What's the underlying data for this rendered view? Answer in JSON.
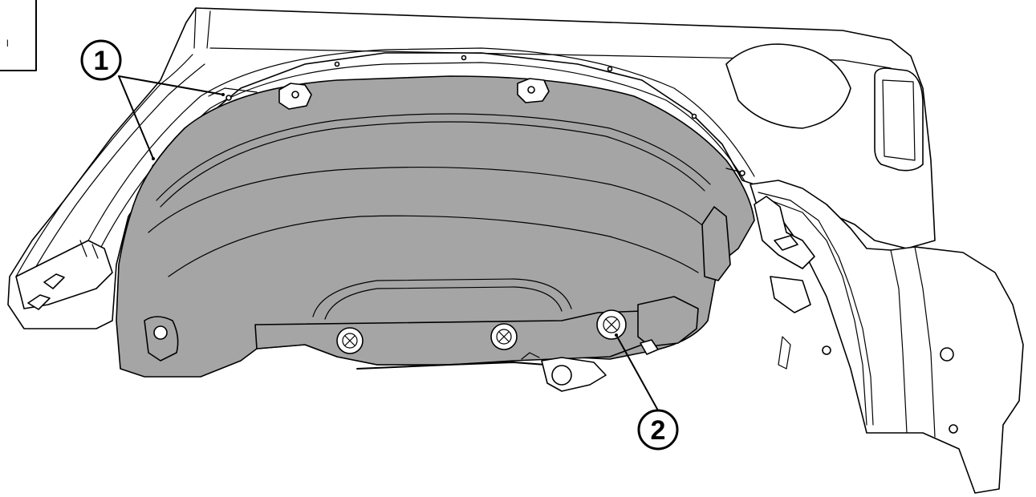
{
  "frame": {
    "mark": "l"
  },
  "callouts": [
    {
      "label": "1"
    },
    {
      "label": "2"
    }
  ]
}
